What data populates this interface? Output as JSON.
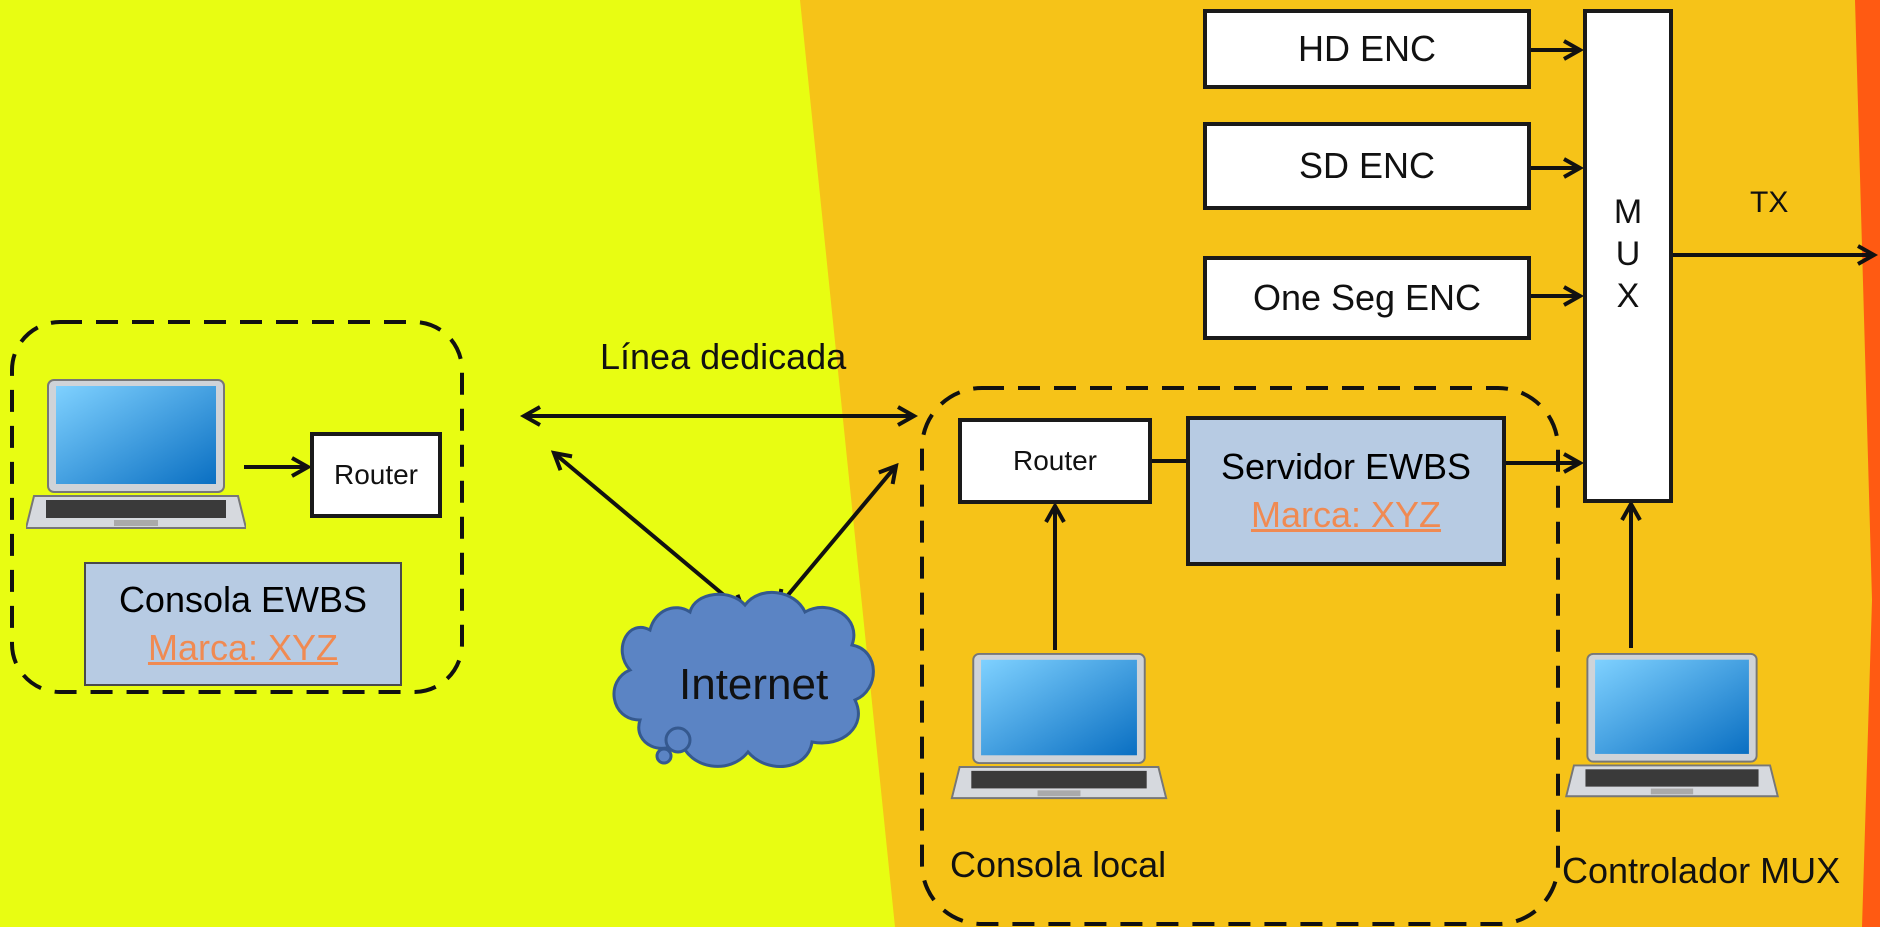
{
  "colors": {
    "yellow_bg": "#e8fd12",
    "orange_bg": "#f6c318",
    "red_edge": "#ff5a12",
    "box_blue": "#b7cbe3",
    "link_orange": "#f08a52",
    "cloud_blue": "#5b84c4"
  },
  "encoders": {
    "hd": "HD ENC",
    "sd": "SD ENC",
    "oneseg": "One Seg ENC"
  },
  "mux": {
    "letters": [
      "M",
      "U",
      "X"
    ]
  },
  "tx_label": "TX",
  "dedicated_line_label": "Línea dedicada",
  "internet_label": "Internet",
  "remote": {
    "router": "Router",
    "console_title": "Consola EWBS",
    "console_brand": "Marca: XYZ"
  },
  "local": {
    "router": "Router",
    "server_title": "Servidor EWBS",
    "server_brand": "Marca: XYZ",
    "console_label": "Consola local"
  },
  "mux_controller_label": "Controlador MUX",
  "icons": [
    "laptop-icon",
    "cloud-icon"
  ]
}
